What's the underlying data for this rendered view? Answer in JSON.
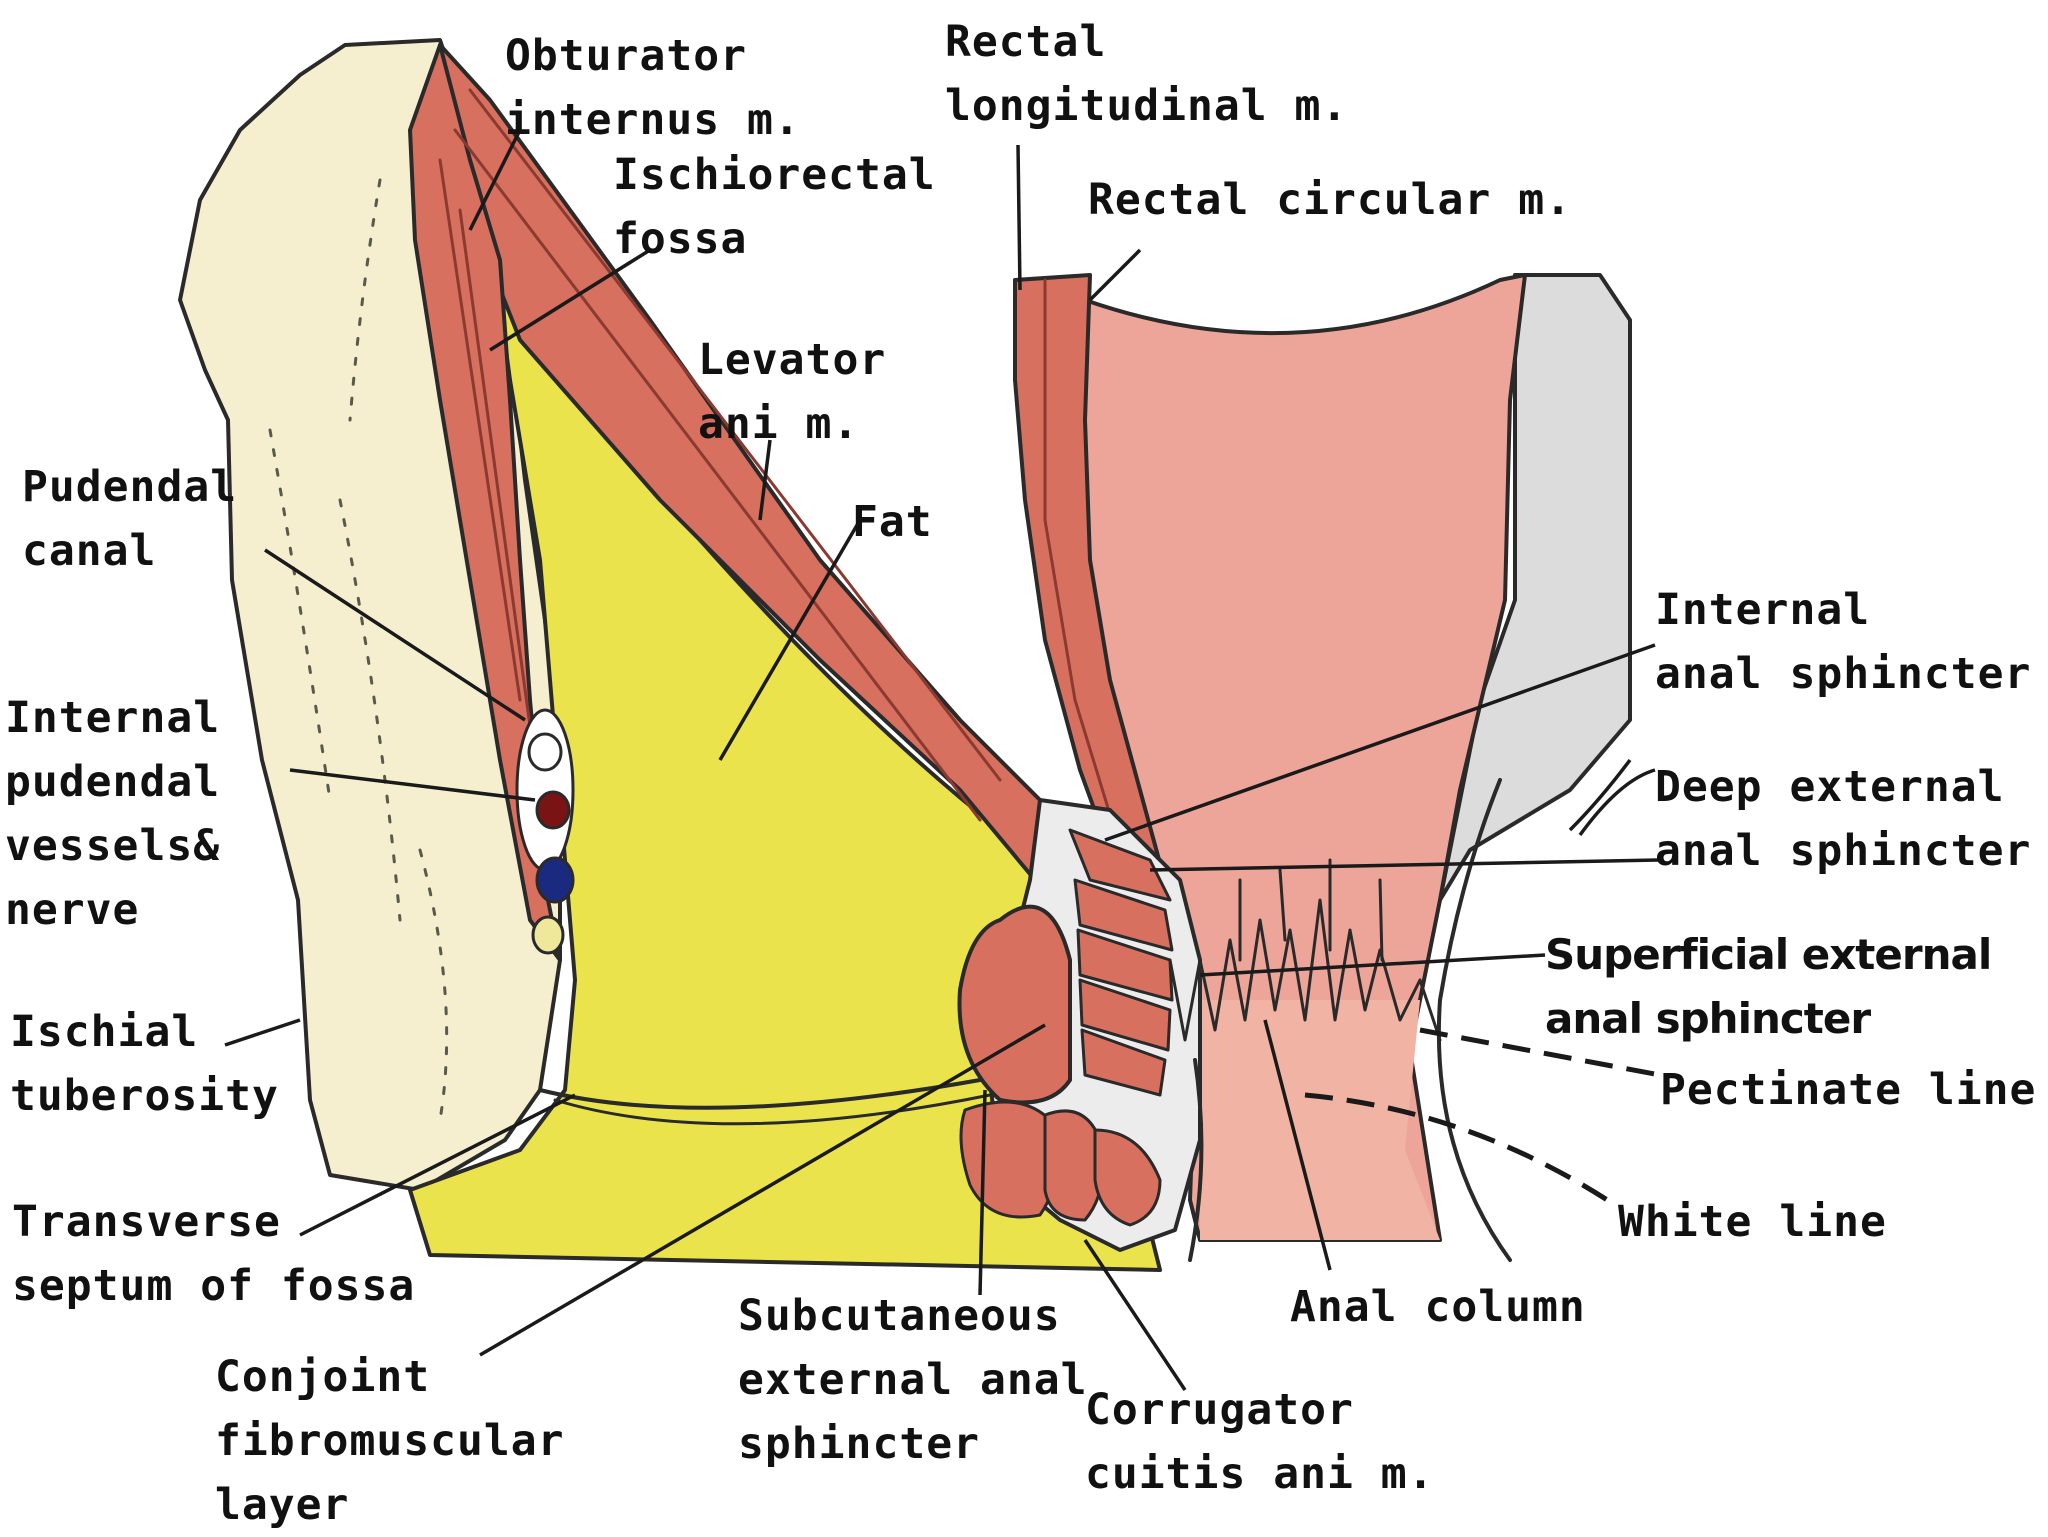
{
  "colors": {
    "bone": "#f5efd0",
    "bone_outline": "#2a2a2a",
    "muscle": "#d7705f",
    "muscle_dark": "#a5473a",
    "fat": "#ebe34c",
    "mucosa": "#eca598",
    "gray_wall": "#dcdcdc",
    "vessel_red": "#7a1414",
    "vessel_blue": "#1a2a80",
    "nerve": "#efe79a"
  },
  "labels": {
    "obturator_internus": [
      "Obturator",
      "internus m."
    ],
    "rectal_longitudinal": [
      "Rectal",
      "longitudinal m."
    ],
    "ischiorectal_fossa": [
      "Ischiorectal",
      "fossa"
    ],
    "rectal_circular": [
      "Rectal circular m."
    ],
    "levator_ani": [
      "Levator",
      "ani m."
    ],
    "pudendal_canal": [
      "Pudendal",
      "canal"
    ],
    "fat": [
      "Fat"
    ],
    "internal_anal_sphincter": [
      "Internal",
      "anal sphincter"
    ],
    "internal_pudendal": [
      "Internal",
      "pudendal",
      "vessels&",
      "nerve"
    ],
    "deep_external": [
      "Deep external",
      "anal sphincter"
    ],
    "superficial_external": [
      "Superficial external",
      "anal sphincter"
    ],
    "ischial_tuberosity": [
      "Ischial",
      "tuberosity"
    ],
    "pectinate_line": [
      "Pectinate line"
    ],
    "transverse_septum": [
      "Transverse",
      "septum of fossa"
    ],
    "white_line": [
      "White line"
    ],
    "subcutaneous_external": [
      "Subcutaneous",
      "external anal",
      "sphincter"
    ],
    "anal_column": [
      "Anal column"
    ],
    "conjoint_layer": [
      "Conjoint",
      "fibromuscular",
      "layer"
    ],
    "corrugator": [
      "Corrugator",
      "cuitis ani m."
    ]
  }
}
